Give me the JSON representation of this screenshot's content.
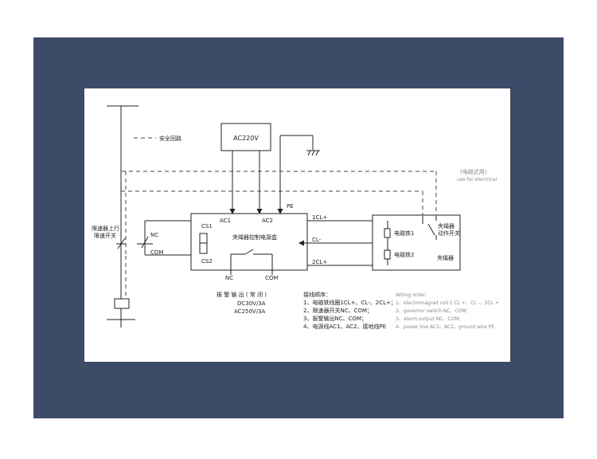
{
  "diagram": {
    "safety_circuit": "安全回路",
    "power_source": "AC220V",
    "electromagnet_legend_cn": "(电磁式用)",
    "electromagnet_legend_en": "use for electrical",
    "pe": "PE",
    "governor_switch_label": [
      "限速器上行",
      "限速开关"
    ],
    "nc": "NC",
    "com": "COM",
    "controller": {
      "title": "夹绳器控制电源盒",
      "ac1": "AC1",
      "ac2": "AC2",
      "cs1": "CS1",
      "cs2": "CS2"
    },
    "outputs": {
      "cl_plus": "1CL+",
      "cl_minus": "CL-",
      "cl2_plus": "2CL+"
    },
    "clamp": {
      "coil1": "电磁铁1",
      "coil2": "电磁铁2",
      "action_switch": [
        "夹绳器",
        "动作开关"
      ],
      "name": "夹绳器"
    },
    "alarm": {
      "nc": "NC",
      "com": "COM",
      "label": "报 警 输 出 ( 常 闭 )",
      "rating1": "DC30V/3A",
      "rating2": "AC250V/3A"
    },
    "wiring_cn": {
      "title": "接线顺序：",
      "items": [
        "1、电磁铁线圈1CL+、CL-、2CL+；",
        "2、限速器开关NC、COM；",
        "3、报警输出NC、COM；",
        "4、电源线AC1、AC2、接地线PE"
      ]
    },
    "wiring_en": {
      "title": "Wiring order:",
      "items": [
        "1、electromagnet coil 1 CL +、CL -、2CL +",
        "2、governor switch NC、COM;",
        "3、alarm output NC、COM;",
        "4、power line AC1、AC2、ground wire PE"
      ]
    }
  }
}
